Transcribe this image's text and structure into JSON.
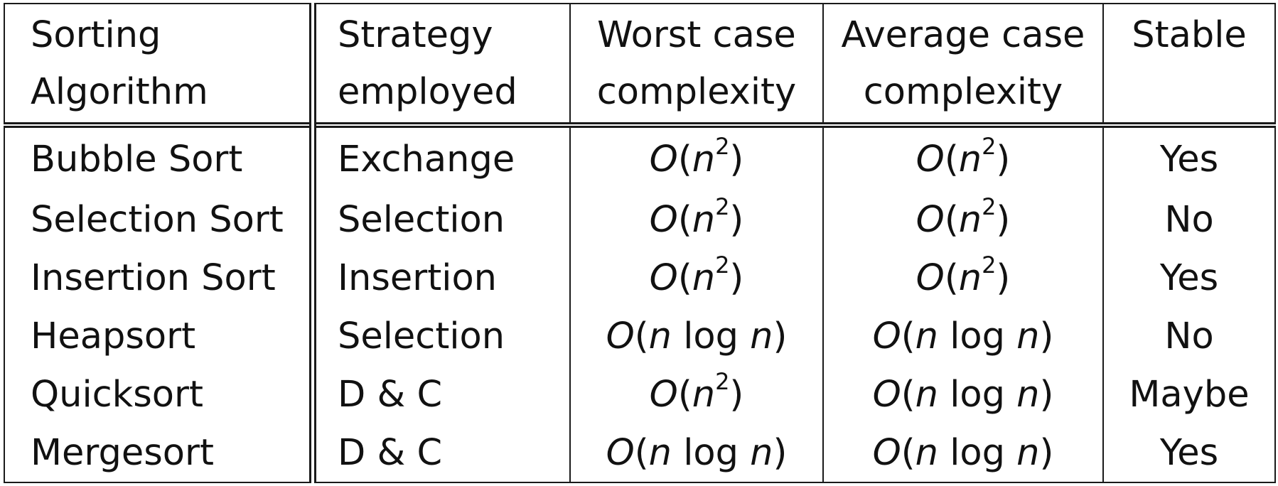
{
  "table": {
    "headers": {
      "algorithm": [
        "Sorting",
        "Algorithm"
      ],
      "strategy": [
        "Strategy",
        "employed"
      ],
      "worst": [
        "Worst case",
        "complexity"
      ],
      "average": [
        "Average case",
        "complexity"
      ],
      "stable": [
        "Stable",
        ""
      ]
    },
    "rows": [
      {
        "algorithm": "Bubble Sort",
        "strategy": "Exchange",
        "worst": "O(n2)",
        "average": "O(n2)",
        "stable": "Yes"
      },
      {
        "algorithm": "Selection Sort",
        "strategy": "Selection",
        "worst": "O(n2)",
        "average": "O(n2)",
        "stable": "No"
      },
      {
        "algorithm": "Insertion Sort",
        "strategy": "Insertion",
        "worst": "O(n2)",
        "average": "O(n2)",
        "stable": "Yes"
      },
      {
        "algorithm": "Heapsort",
        "strategy": "Selection",
        "worst": "O(n log n)",
        "average": "O(n log n)",
        "stable": "No"
      },
      {
        "algorithm": "Quicksort",
        "strategy": "D & C",
        "worst": "O(n2)",
        "average": "O(n log n)",
        "stable": "Maybe"
      },
      {
        "algorithm": "Mergesort",
        "strategy": "D & C",
        "worst": "O(n log n)",
        "average": "O(n log n)",
        "stable": "Yes"
      }
    ]
  }
}
